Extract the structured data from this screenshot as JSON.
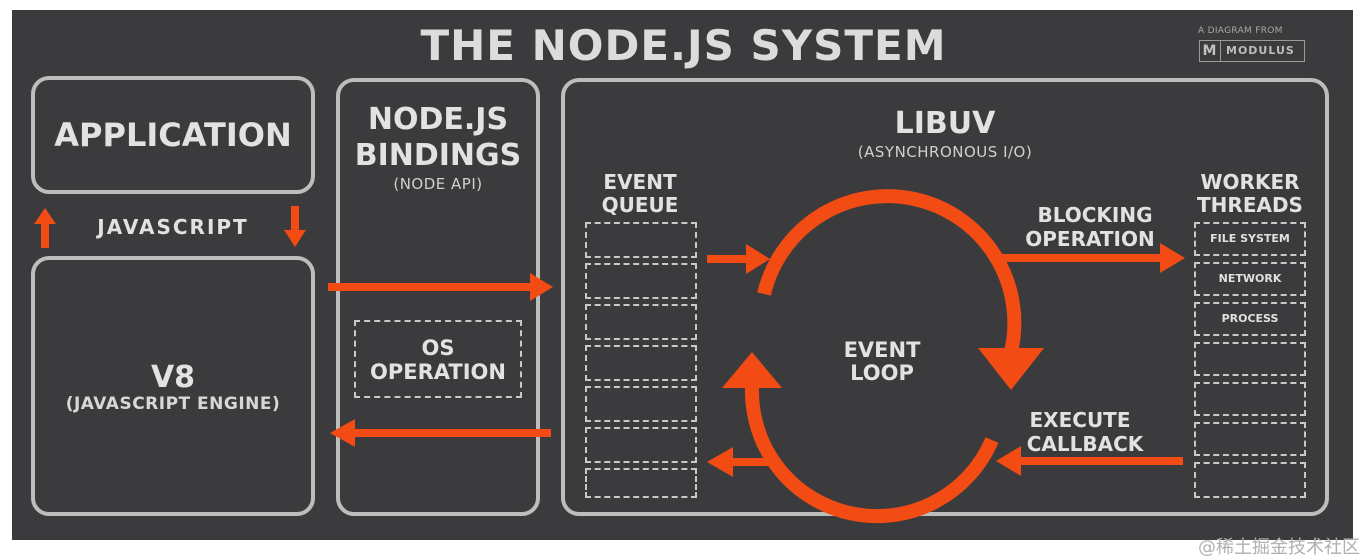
{
  "title": "THE NODE.JS SYSTEM",
  "brand": {
    "tagline": "A DIAGRAM FROM",
    "logo_letter": "M",
    "name": "MODULUS"
  },
  "left": {
    "application": "APPLICATION",
    "javascript": "JAVASCRIPT",
    "v8_title": "V8",
    "v8_subtitle": "(JAVASCRIPT ENGINE)"
  },
  "bindings": {
    "title_line1": "NODE.JS",
    "title_line2": "BINDINGS",
    "subtitle": "(NODE API)",
    "os_line1": "OS",
    "os_line2": "OPERATION"
  },
  "libuv": {
    "title": "LIBUV",
    "subtitle": "(ASYNCHRONOUS I/O)",
    "event_queue_line1": "EVENT",
    "event_queue_line2": "QUEUE",
    "event_loop_line1": "EVENT",
    "event_loop_line2": "LOOP",
    "blocking_line1": "BLOCKING",
    "blocking_line2": "OPERATION",
    "execute_line1": "EXECUTE",
    "execute_line2": "CALLBACK",
    "worker_line1": "WORKER",
    "worker_line2": "THREADS",
    "worker_items": [
      "FILE SYSTEM",
      "NETWORK",
      "PROCESS"
    ]
  },
  "watermark": "@稀土掘金技术社区",
  "colors": {
    "background": "#3b3b3d",
    "border": "#bdbdbd",
    "accent": "#f24b14",
    "text": "#e2e2e2"
  }
}
